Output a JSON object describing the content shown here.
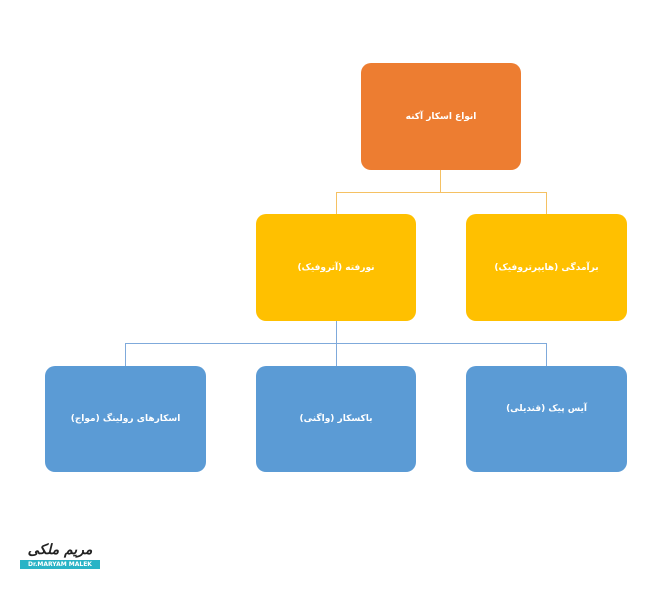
{
  "root": {
    "label": "انواع اسکار آکنه",
    "color": "#ed7d31"
  },
  "level2": [
    {
      "label": "نورفته (آتروفیک)",
      "color": "#ffc000"
    },
    {
      "label": "برآمدگی (هایپرتروفیک)",
      "color": "#ffc000"
    }
  ],
  "level3": [
    {
      "label": "اسکارهای رولینگ (مواج)",
      "color": "#5b9bd5"
    },
    {
      "label": "باکسکار (واگنی)",
      "color": "#5b9bd5"
    },
    {
      "label": "آیس پیک (قندیلی)",
      "color": "#5b9bd5"
    }
  ],
  "logo": {
    "mark": "مریم ملکی",
    "caption": "Dr.MARYAM MALEK"
  }
}
